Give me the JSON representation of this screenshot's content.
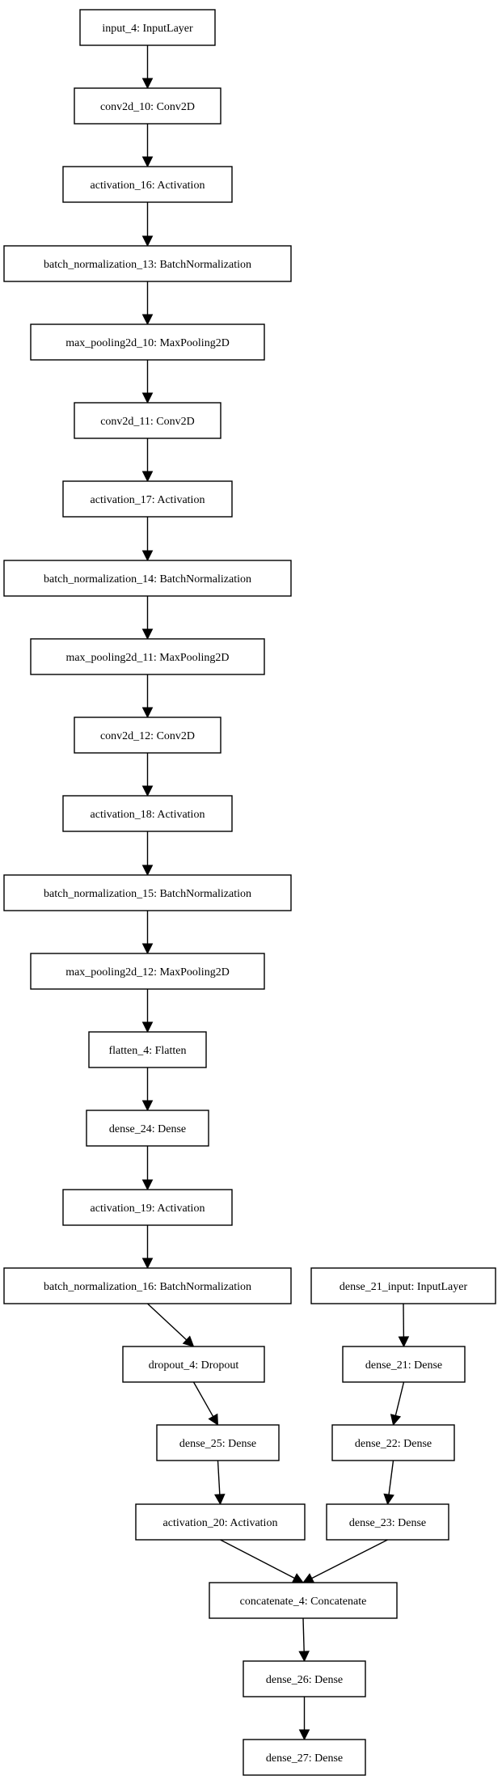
{
  "nodes": [
    {
      "id": "input_4",
      "label": "input_4: InputLayer"
    },
    {
      "id": "conv2d_10",
      "label": "conv2d_10: Conv2D"
    },
    {
      "id": "activation_16",
      "label": "activation_16: Activation"
    },
    {
      "id": "batch_normalization_13",
      "label": "batch_normalization_13: BatchNormalization"
    },
    {
      "id": "max_pooling2d_10",
      "label": "max_pooling2d_10: MaxPooling2D"
    },
    {
      "id": "conv2d_11",
      "label": "conv2d_11: Conv2D"
    },
    {
      "id": "activation_17",
      "label": "activation_17: Activation"
    },
    {
      "id": "batch_normalization_14",
      "label": "batch_normalization_14: BatchNormalization"
    },
    {
      "id": "max_pooling2d_11",
      "label": "max_pooling2d_11: MaxPooling2D"
    },
    {
      "id": "conv2d_12",
      "label": "conv2d_12: Conv2D"
    },
    {
      "id": "activation_18",
      "label": "activation_18: Activation"
    },
    {
      "id": "batch_normalization_15",
      "label": "batch_normalization_15: BatchNormalization"
    },
    {
      "id": "max_pooling2d_12",
      "label": "max_pooling2d_12: MaxPooling2D"
    },
    {
      "id": "flatten_4",
      "label": "flatten_4: Flatten"
    },
    {
      "id": "dense_24",
      "label": "dense_24: Dense"
    },
    {
      "id": "activation_19",
      "label": "activation_19: Activation"
    },
    {
      "id": "batch_normalization_16",
      "label": "batch_normalization_16: BatchNormalization"
    },
    {
      "id": "dropout_4",
      "label": "dropout_4: Dropout"
    },
    {
      "id": "dense_25",
      "label": "dense_25: Dense"
    },
    {
      "id": "activation_20",
      "label": "activation_20: Activation"
    },
    {
      "id": "dense_21_input",
      "label": "dense_21_input: InputLayer"
    },
    {
      "id": "dense_21",
      "label": "dense_21: Dense"
    },
    {
      "id": "dense_22",
      "label": "dense_22: Dense"
    },
    {
      "id": "dense_23",
      "label": "dense_23: Dense"
    },
    {
      "id": "concatenate_4",
      "label": "concatenate_4: Concatenate"
    },
    {
      "id": "dense_26",
      "label": "dense_26: Dense"
    },
    {
      "id": "dense_27",
      "label": "dense_27: Dense"
    }
  ],
  "edges": [
    {
      "from": "input_4",
      "to": "conv2d_10"
    },
    {
      "from": "conv2d_10",
      "to": "activation_16"
    },
    {
      "from": "activation_16",
      "to": "batch_normalization_13"
    },
    {
      "from": "batch_normalization_13",
      "to": "max_pooling2d_10"
    },
    {
      "from": "max_pooling2d_10",
      "to": "conv2d_11"
    },
    {
      "from": "conv2d_11",
      "to": "activation_17"
    },
    {
      "from": "activation_17",
      "to": "batch_normalization_14"
    },
    {
      "from": "batch_normalization_14",
      "to": "max_pooling2d_11"
    },
    {
      "from": "max_pooling2d_11",
      "to": "conv2d_12"
    },
    {
      "from": "conv2d_12",
      "to": "activation_18"
    },
    {
      "from": "activation_18",
      "to": "batch_normalization_15"
    },
    {
      "from": "batch_normalization_15",
      "to": "max_pooling2d_12"
    },
    {
      "from": "max_pooling2d_12",
      "to": "flatten_4"
    },
    {
      "from": "flatten_4",
      "to": "dense_24"
    },
    {
      "from": "dense_24",
      "to": "activation_19"
    },
    {
      "from": "activation_19",
      "to": "batch_normalization_16"
    },
    {
      "from": "batch_normalization_16",
      "to": "dropout_4"
    },
    {
      "from": "dropout_4",
      "to": "dense_25"
    },
    {
      "from": "dense_25",
      "to": "activation_20"
    },
    {
      "from": "dense_21_input",
      "to": "dense_21"
    },
    {
      "from": "dense_21",
      "to": "dense_22"
    },
    {
      "from": "dense_22",
      "to": "dense_23"
    },
    {
      "from": "activation_20",
      "to": "concatenate_4"
    },
    {
      "from": "dense_23",
      "to": "concatenate_4"
    },
    {
      "from": "concatenate_4",
      "to": "dense_26"
    },
    {
      "from": "dense_26",
      "to": "dense_27"
    }
  ],
  "colors": {
    "stroke": "#000000",
    "fill": "#ffffff",
    "background": "#ffffff"
  }
}
